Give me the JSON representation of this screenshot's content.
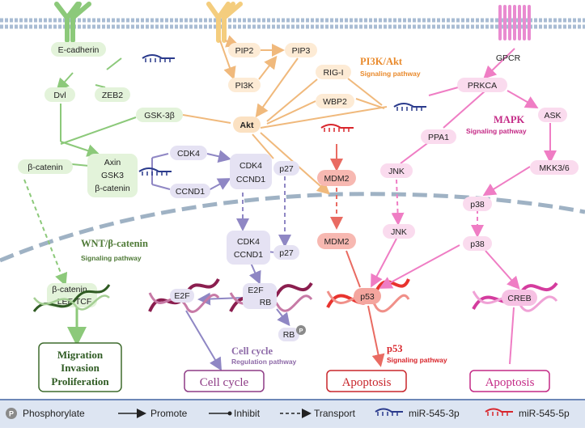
{
  "membrane_proteins": {
    "ecadherin": "E-cadherin",
    "gpcr": "GPCR"
  },
  "wnt": {
    "dvl": "Dvl",
    "zeb2": "ZEB2",
    "gsk3b": "GSK-3β",
    "bcatenin": "β-catenin",
    "complex": [
      "Axin",
      "GSK3",
      "β-catenin"
    ],
    "nuclear": [
      "β-catenin",
      "LEF/TCF"
    ],
    "title": "WNT/β-catenin",
    "subtitle": "Signaling pathway",
    "outcome": [
      "Migration",
      "Invasion",
      "Proliferation"
    ]
  },
  "pi3k": {
    "pip2": "PIP2",
    "pip3": "PIP3",
    "pi3k": "PI3K",
    "akt": "Akt",
    "title": "PI3K/Akt",
    "subtitle": "Signaling pathway"
  },
  "cellcycle": {
    "cdk4": "CDK4",
    "ccnd1": "CCND1",
    "complex": [
      "CDK4",
      "CCND1"
    ],
    "p27": "p27",
    "nuc_complex": [
      "CDK4",
      "CCND1"
    ],
    "nuc_p27": "p27",
    "e2f_left": "E2F",
    "e2f_rb": [
      "E2F",
      "RB"
    ],
    "rb": "RB",
    "phos": "P",
    "title": "Cell cycle",
    "subtitle": "Regulation pathway",
    "outcome": "Cell cycle"
  },
  "p53": {
    "rigi": "RIG-I",
    "wbp2": "WBP2",
    "mdm2": "MDM2",
    "mdm2_nuc": "MDM2",
    "p53": "p53",
    "title": "p53",
    "subtitle": "Signaling pathway",
    "outcome": "Apoptosis"
  },
  "mapk": {
    "prkca": "PRKCA",
    "ask": "ASK",
    "ppa1": "PPA1",
    "jnk": "JNK",
    "jnk_nuc": "JNK",
    "mkk": "MKK3/6",
    "p38": "p38",
    "p38_nuc": "p38",
    "creb": "CREB",
    "title": "MAPK",
    "subtitle": "Signaling pathway",
    "outcome": "Apoptosis"
  },
  "legend": {
    "phos_symbol": "P",
    "phos": "Phosphorylate",
    "promote": "Promote",
    "inhibit": "Inhibit",
    "transport": "Transport",
    "mir3p": "miR-545-3p",
    "mir5p": "miR-545-5p"
  },
  "colors": {
    "green": "#8cc97a",
    "green_fill": "#e3f3da",
    "orange": "#f0b97c",
    "orange_fill": "#fdebd5",
    "purple": "#8f87c4",
    "purple_fill": "#e5e2f3",
    "red": "#e96b62",
    "red_fill": "#fbd3cf",
    "pink": "#ef7dc4",
    "pink_fill": "#fadbee",
    "mir3p": "#2a3a8c",
    "mir5p": "#d8262c"
  }
}
